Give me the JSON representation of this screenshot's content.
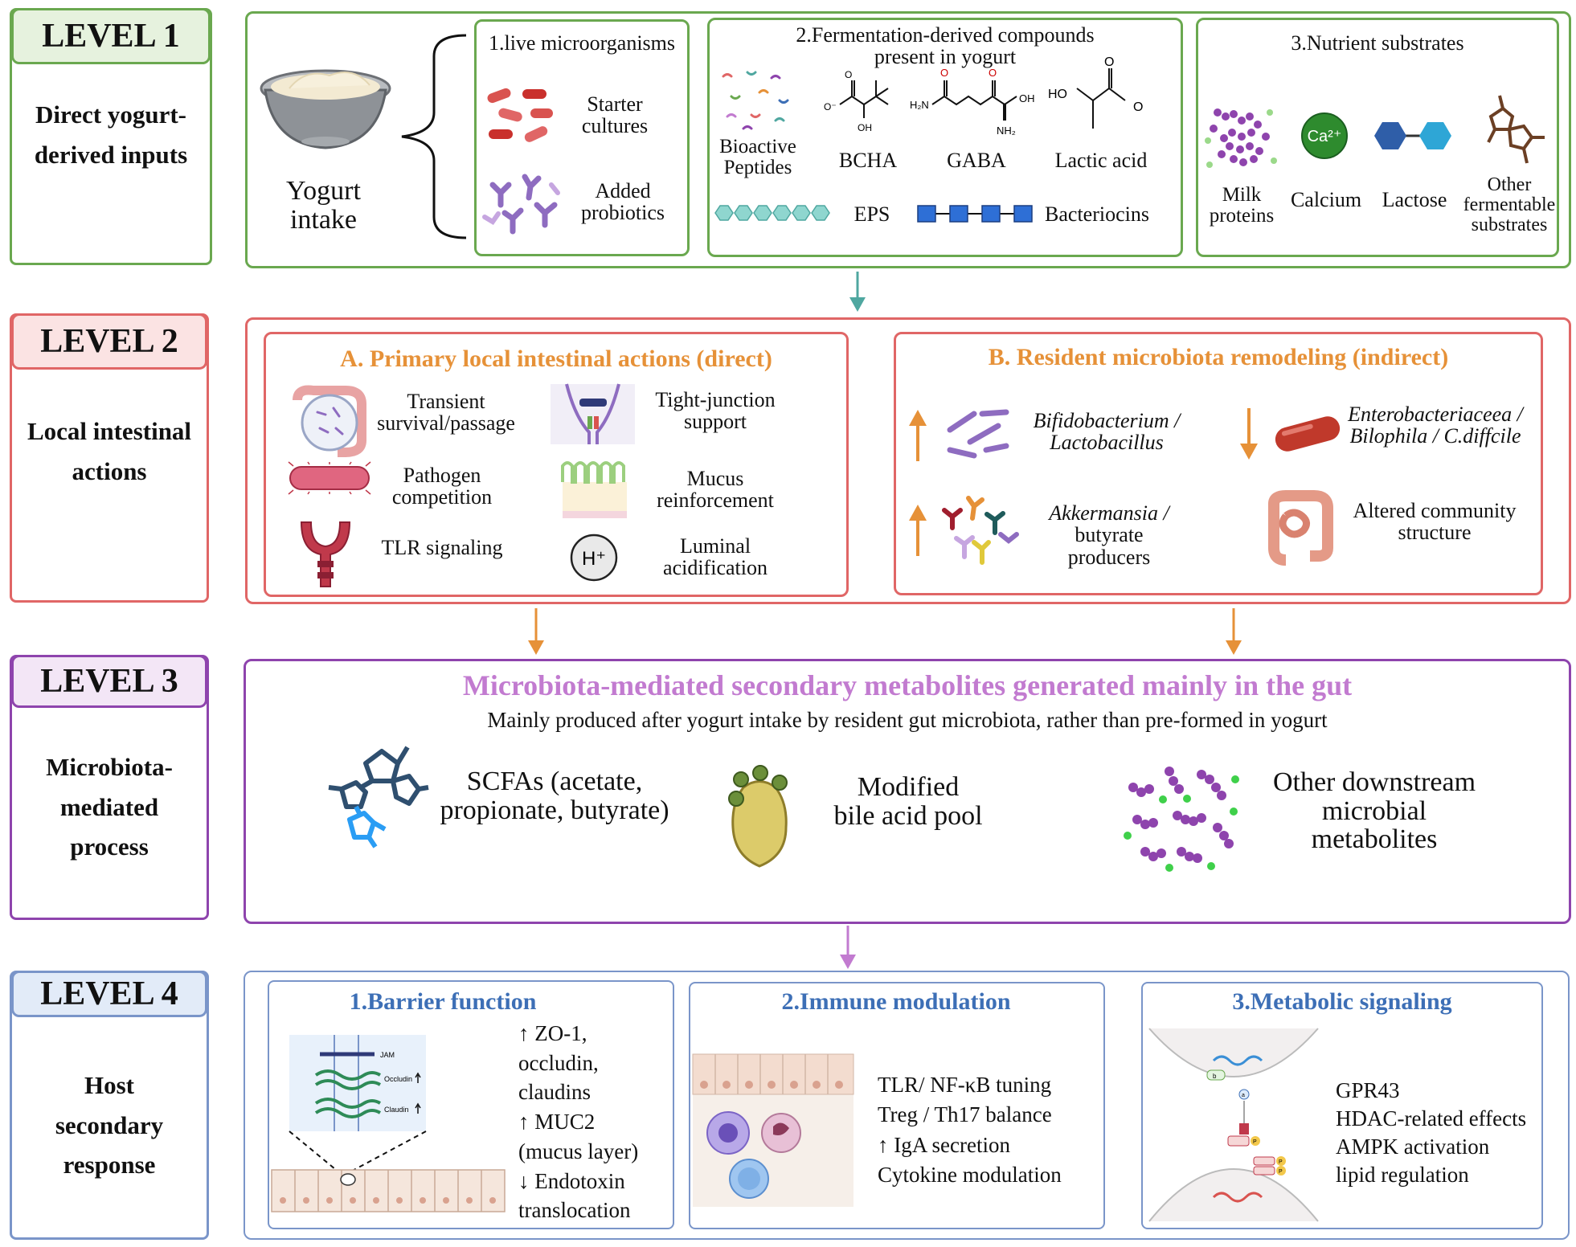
{
  "levels": [
    {
      "tag": "LEVEL 1",
      "desc_lines": [
        "Direct yogurt-",
        "derived inputs"
      ],
      "color": "#6aa84f",
      "tag_bg": "#e6f2de"
    },
    {
      "tag": "LEVEL 2",
      "desc_lines": [
        "Local intestinal",
        "actions"
      ],
      "color": "#e06666",
      "tag_bg": "#fbe3e3"
    },
    {
      "tag": "LEVEL 3",
      "desc_lines": [
        "Microbiota-",
        "mediated",
        "process"
      ],
      "color": "#8e44ad",
      "tag_bg": "#f3e6f6"
    },
    {
      "tag": "LEVEL 4",
      "desc_lines": [
        "Host",
        "secondary",
        "response"
      ],
      "color": "#7a95c9",
      "tag_bg": "#e2ebf8"
    }
  ],
  "level1": {
    "yogurt_label": [
      "Yogurt",
      "intake"
    ],
    "box1": {
      "title": "1.live microorganisms",
      "items": [
        {
          "label": [
            "Starter",
            "cultures"
          ],
          "icon": "rod-bacteria-icon"
        },
        {
          "label": [
            "Added",
            "probiotics"
          ],
          "icon": "y-bacteria-icon"
        }
      ]
    },
    "box2": {
      "title": [
        "2.Fermentation-derived compounds",
        "present in yogurt"
      ],
      "items": [
        {
          "label": [
            "Bioactive",
            "Peptides"
          ]
        },
        {
          "label": [
            "BCHA"
          ]
        },
        {
          "label": [
            "GABA"
          ]
        },
        {
          "label": [
            "Lactic acid"
          ]
        },
        {
          "label": [
            "EPS"
          ]
        },
        {
          "label": [
            "Bacteriocins"
          ]
        }
      ],
      "chem_text": {
        "o": "O",
        "oh": "OH",
        "ho": "HO",
        "h2n": "H₂N",
        "nh2": "NH₂",
        "ominus": "O⁻"
      }
    },
    "box3": {
      "title": "3.Nutrient substrates",
      "items": [
        {
          "label": [
            "Milk",
            "proteins"
          ]
        },
        {
          "label": [
            "Calcium"
          ],
          "icon_text": "Ca²⁺"
        },
        {
          "label": [
            "Lactose"
          ]
        },
        {
          "label": [
            "Other",
            "fermentable",
            "substrates"
          ]
        }
      ]
    }
  },
  "level2": {
    "boxA": {
      "title": "A. Primary local intestinal actions (direct)",
      "items": [
        {
          "label": [
            "Transient",
            "survival/passage"
          ]
        },
        {
          "label": [
            "Tight-junction",
            "support"
          ]
        },
        {
          "label": [
            "Pathogen",
            "competition"
          ]
        },
        {
          "label": [
            "Mucus",
            "reinforcement"
          ]
        },
        {
          "label": [
            "TLR signaling"
          ]
        },
        {
          "label": [
            "Luminal",
            "acidification"
          ],
          "icon_text": "H⁺"
        }
      ]
    },
    "boxB": {
      "title": "B. Resident microbiota remodeling (indirect)",
      "items": [
        {
          "label": [
            "Bifidobacterium /",
            "Lactobacillus"
          ],
          "direction": "up"
        },
        {
          "label": [
            "Enterobacteriaceea /",
            "Bilophila / C.diffcile"
          ],
          "direction": "down"
        },
        {
          "label": [
            "Akkermansia /",
            "butyrate",
            "producers"
          ],
          "direction": "up"
        },
        {
          "label": [
            "Altered community",
            "structure"
          ]
        }
      ]
    }
  },
  "level3": {
    "title": "Microbiota-mediated secondary metabolites generated mainly in the gut",
    "subtitle": "Mainly produced after yogurt intake by resident gut microbiota, rather than pre-formed in yogurt",
    "items": [
      {
        "label": [
          "SCFAs (acetate,",
          "propionate, butyrate)"
        ]
      },
      {
        "label": [
          "Modified",
          "bile acid pool"
        ]
      },
      {
        "label": [
          "Other downstream",
          "microbial",
          "metabolites"
        ]
      }
    ]
  },
  "level4": {
    "boxes": [
      {
        "title": "1.Barrier function",
        "lines": [
          "↑ ZO-1,",
          "occludin,",
          "claudins",
          "↑ MUC2",
          "(mucus layer)",
          "↓ Endotoxin",
          "translocation"
        ],
        "diagram_text": [
          "JAM",
          "Occludin",
          "Claudin"
        ]
      },
      {
        "title": "2.Immune modulation",
        "lines": [
          "TLR/ NF-κB tuning",
          "Treg /  Th17 balance",
          "↑ IgA secretion",
          "Cytokine modulation"
        ]
      },
      {
        "title": "3.Metabolic signaling",
        "lines": [
          "GPR43",
          "HDAC-related effects",
          "AMPK activation",
          "lipid regulation"
        ],
        "diagram_text": [
          "b",
          "a",
          "P",
          "P",
          "P"
        ]
      }
    ]
  },
  "colors": {
    "green": "#6aa84f",
    "red": "#e06666",
    "purple": "#8e44ad",
    "blue": "#7a95c9",
    "orange": "#e69138",
    "teal": "#4fa7a0",
    "lilac": "#c27bd0",
    "level4_title": "#3d6fb6"
  }
}
